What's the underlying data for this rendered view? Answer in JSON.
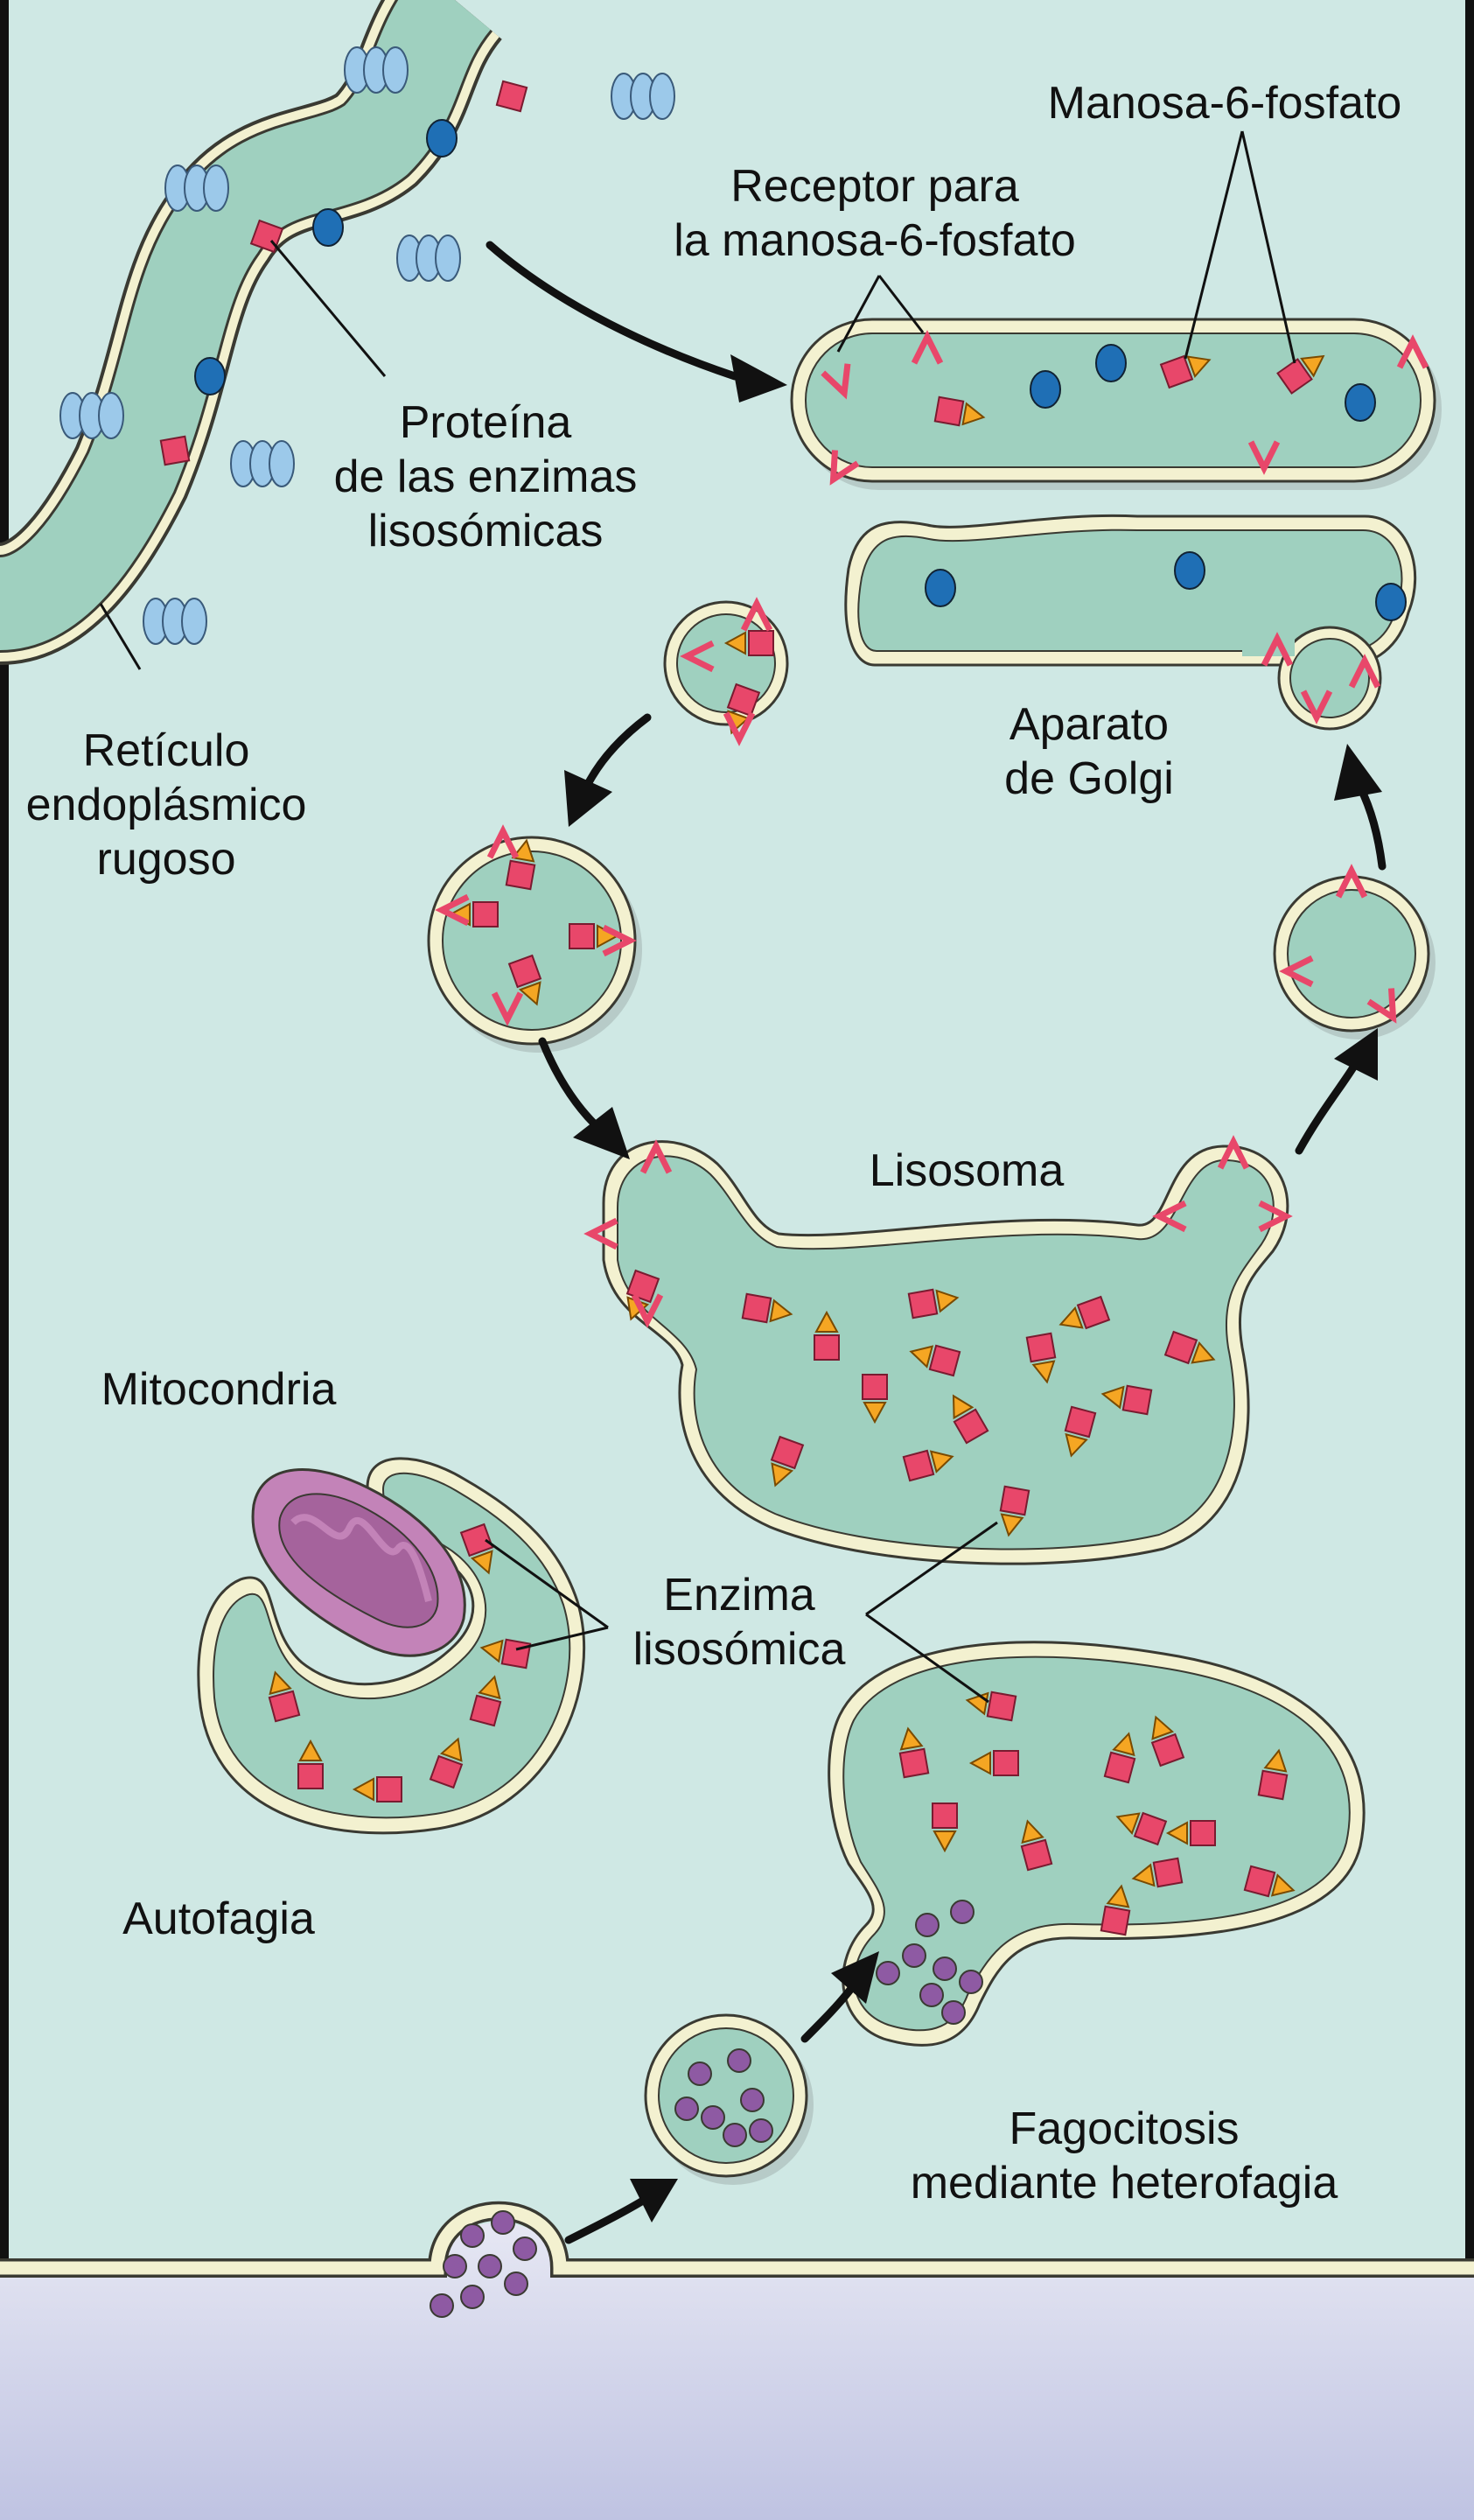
{
  "labels": {
    "protein": [
      "Proteína",
      "de las enzimas",
      "lisosómicas"
    ],
    "rer": [
      "Retículo",
      "endoplásmico",
      "rugoso"
    ],
    "receptor": [
      "Receptor para",
      "la manosa-6-fosfato"
    ],
    "m6p": "Manosa-6-fosfato",
    "golgi": [
      "Aparato",
      "de Golgi"
    ],
    "lysosome": "Lisosoma",
    "mito": "Mitocondria",
    "enzyme": [
      "Enzima",
      "lisosómica"
    ],
    "autophagy": "Autofagia",
    "phago": [
      "Fagocitosis",
      "mediante heterofagia"
    ]
  },
  "colors": {
    "background": "#cfe8e4",
    "extracellular": "#c9cce6",
    "membrane": "#f3f1d0",
    "lumen": "#9fd0bf",
    "ribosome": "#9cc9ea",
    "enzyme_pink": "#e8476a",
    "phosphate_orange": "#f5a623",
    "blue_dot": "#1f6fb5",
    "mitochondrion": "#c383b8",
    "debris_purple": "#8e5aa3"
  }
}
